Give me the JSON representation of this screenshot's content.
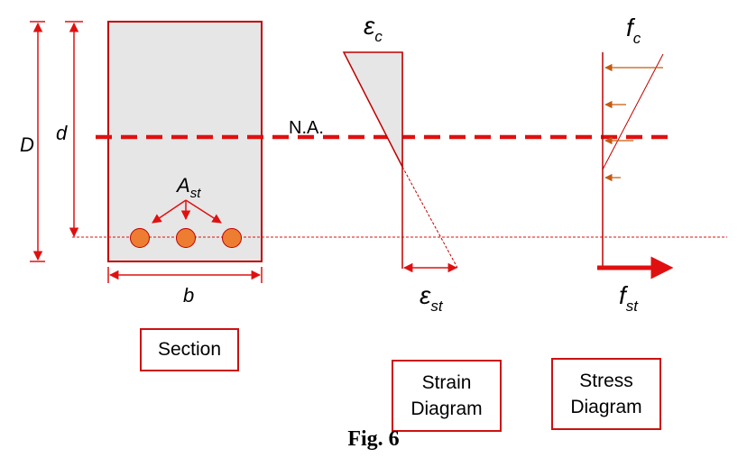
{
  "labels": {
    "D": "D",
    "d": "d",
    "b": "b",
    "na": "N.A.",
    "ast_main": "A",
    "ast_sub": "st",
    "ec_main": "ε",
    "ec_sub": "c",
    "est_main": "ε",
    "est_sub": "st",
    "fc_main": "f",
    "fc_sub": "c",
    "fst_main": "f",
    "fst_sub": "st"
  },
  "boxes": {
    "section": "Section",
    "strain_line1": "Strain",
    "strain_line2": "Diagram",
    "stress_line1": "Stress",
    "stress_line2": "Diagram"
  },
  "caption": "Fig. 6",
  "colors": {
    "red": "#e01010",
    "dark_red": "#c00000",
    "concrete": "#e6e6e6",
    "rebar": "#ed7d31",
    "stress_arrow": "#c55a11"
  }
}
